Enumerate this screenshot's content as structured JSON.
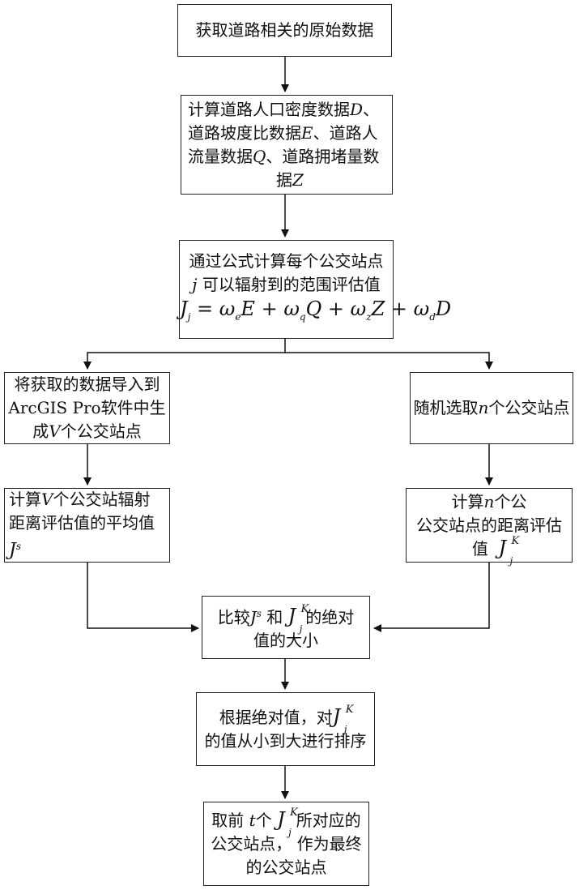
{
  "steps": {
    "s1": "获取道路相关的原始数据",
    "s2": {
      "line1_a": "计算道路人口密度数据",
      "line1_var": "D",
      "line1_b": "、",
      "line2_a": "道路坡度比数据",
      "line2_var": "E",
      "line2_b": "、道路人",
      "line3_a": "流量数据",
      "line3_var": "Q",
      "line3_b": "、道路拥堵量数",
      "line4_a": "据",
      "line4_var": "Z"
    },
    "s3": {
      "line1": "通过公式计算每个公交站点",
      "line2_var": "j",
      "line2_b": " 可以辐射到的范围评估值",
      "formula": {
        "J": "J",
        "j_sub": "j",
        "eq": " = ",
        "w": "ω",
        "e_sub": "e",
        "E": "E",
        "plus": " + ",
        "q_sub": "q",
        "Q": "Q",
        "z_sub": "z",
        "Z": "Z",
        "d_sub": "d",
        "D": "D"
      }
    },
    "s4": {
      "line1": "将获取的数据导入到",
      "line2": "ArcGIS Pro软件中生",
      "line3_a": "成",
      "line3_var": "V",
      "line3_b": "个公交站点"
    },
    "s5": {
      "line1_a": "随机选取",
      "line1_var": "n",
      "line1_b": "个公交站点"
    },
    "s6": {
      "line1_a": "计算",
      "line1_var": "V",
      "line1_b": "个公交站辐射",
      "line2": "距离评估值的平均值",
      "J": "J",
      "s_sup": "s"
    },
    "s7": {
      "line1_a": "计算",
      "line1_var": "n",
      "line1_b": "个公",
      "line2": "公交站点的距离评估",
      "line3": "值",
      "J": "J",
      "K_sup": "K",
      "j_sub": "j"
    },
    "s8": {
      "line1_a": "比较",
      "J": "J",
      "s_sup": "s",
      "line1_b": " 和 ",
      "K_sup": "K",
      "j_sub": "j",
      "line1_c": "的绝对",
      "line2": "值的大小"
    },
    "s9": {
      "line1_a": "根据绝对值，对",
      "J": "J",
      "K_sup": "K",
      "j_sub": "j",
      "line2": "的值从小到大进行排序"
    },
    "s10": {
      "line1_a": "取前 ",
      "t_var": "t",
      "line1_b": "个 ",
      "J": "J",
      "K_sup": "K",
      "j_sub": "j",
      "line1_c": "所对应的",
      "line2": "公交站点， 作为最终",
      "line3": "的公交站点"
    }
  }
}
